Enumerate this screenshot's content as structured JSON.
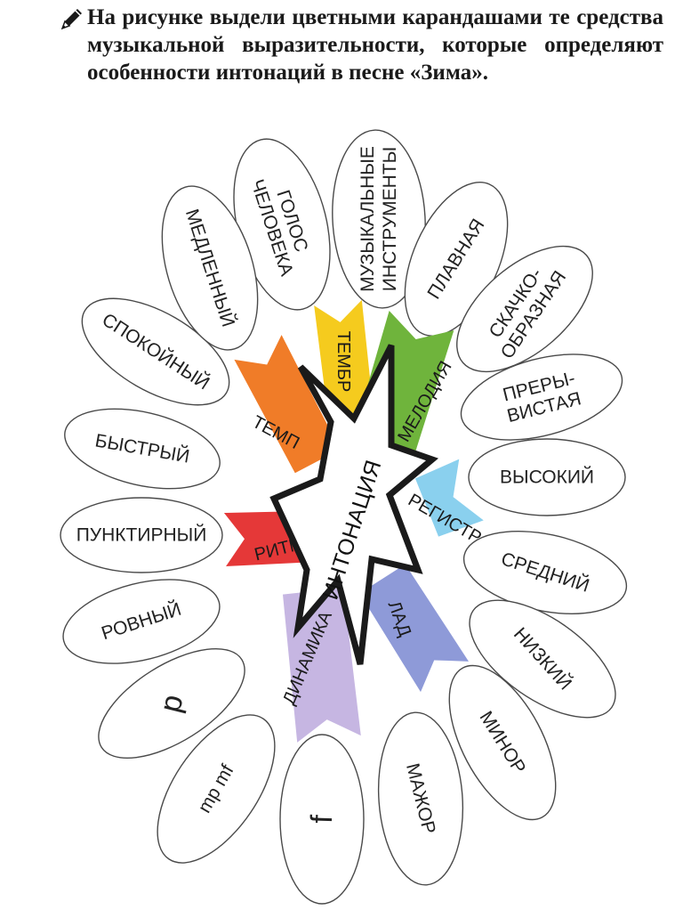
{
  "task": {
    "icon": "pencil-icon",
    "text": "На рисунке выдели цветными карандашами те средства музыкальной выразительности, которые определяют особенности интонаций в песне «Зима»."
  },
  "center": {
    "label": "ИНТОНАЦИЯ"
  },
  "arrows": [
    {
      "id": "timbre",
      "label": "ТЕМБР",
      "color": "#f5cb1e"
    },
    {
      "id": "melody",
      "label": "МЕЛОДИЯ",
      "color": "#6fb43c"
    },
    {
      "id": "register",
      "label": "РЕГИСТР",
      "color": "#8ad0ee"
    },
    {
      "id": "lad",
      "label": "ЛАД",
      "color": "#8e9ad8"
    },
    {
      "id": "dynamics",
      "label": "ДИНАМИКА",
      "color": "#c6b6e2"
    },
    {
      "id": "rhythm",
      "label": "РИТМ",
      "color": "#e53838"
    },
    {
      "id": "tempo",
      "label": "ТЕМП",
      "color": "#f07c28"
    }
  ],
  "petals": [
    {
      "id": "voice",
      "lines": [
        "ГОЛОС",
        "ЧЕЛОВЕКА"
      ]
    },
    {
      "id": "instruments",
      "lines": [
        "МУЗЫКАЛЬНЫЕ",
        "ИНСТРУМЕНТЫ"
      ]
    },
    {
      "id": "smooth",
      "lines": [
        "ПЛАВНАЯ"
      ]
    },
    {
      "id": "leaping",
      "lines": [
        "СКАЧКО-",
        "ОБРАЗНАЯ"
      ]
    },
    {
      "id": "intermittent",
      "lines": [
        "ПРЕРЫ-",
        "ВИСТАЯ"
      ]
    },
    {
      "id": "high",
      "lines": [
        "ВЫСОКИЙ"
      ]
    },
    {
      "id": "middle",
      "lines": [
        "СРЕДНИЙ"
      ]
    },
    {
      "id": "low",
      "lines": [
        "НИЗКИЙ"
      ]
    },
    {
      "id": "minor",
      "lines": [
        "МИНОР"
      ]
    },
    {
      "id": "major",
      "lines": [
        "МАЖОР"
      ]
    },
    {
      "id": "f",
      "lines": [
        "f"
      ]
    },
    {
      "id": "mpmf",
      "lines": [
        "mp mf"
      ]
    },
    {
      "id": "p",
      "lines": [
        "p"
      ]
    },
    {
      "id": "even",
      "lines": [
        "РОВНЫЙ"
      ]
    },
    {
      "id": "dotted",
      "lines": [
        "ПУНКТИРНЫЙ"
      ]
    },
    {
      "id": "fast",
      "lines": [
        "БЫСТРЫЙ"
      ]
    },
    {
      "id": "calm",
      "lines": [
        "СПОКОЙНЫЙ"
      ]
    },
    {
      "id": "slow",
      "lines": [
        "МЕДЛЕННЫЙ"
      ]
    }
  ]
}
